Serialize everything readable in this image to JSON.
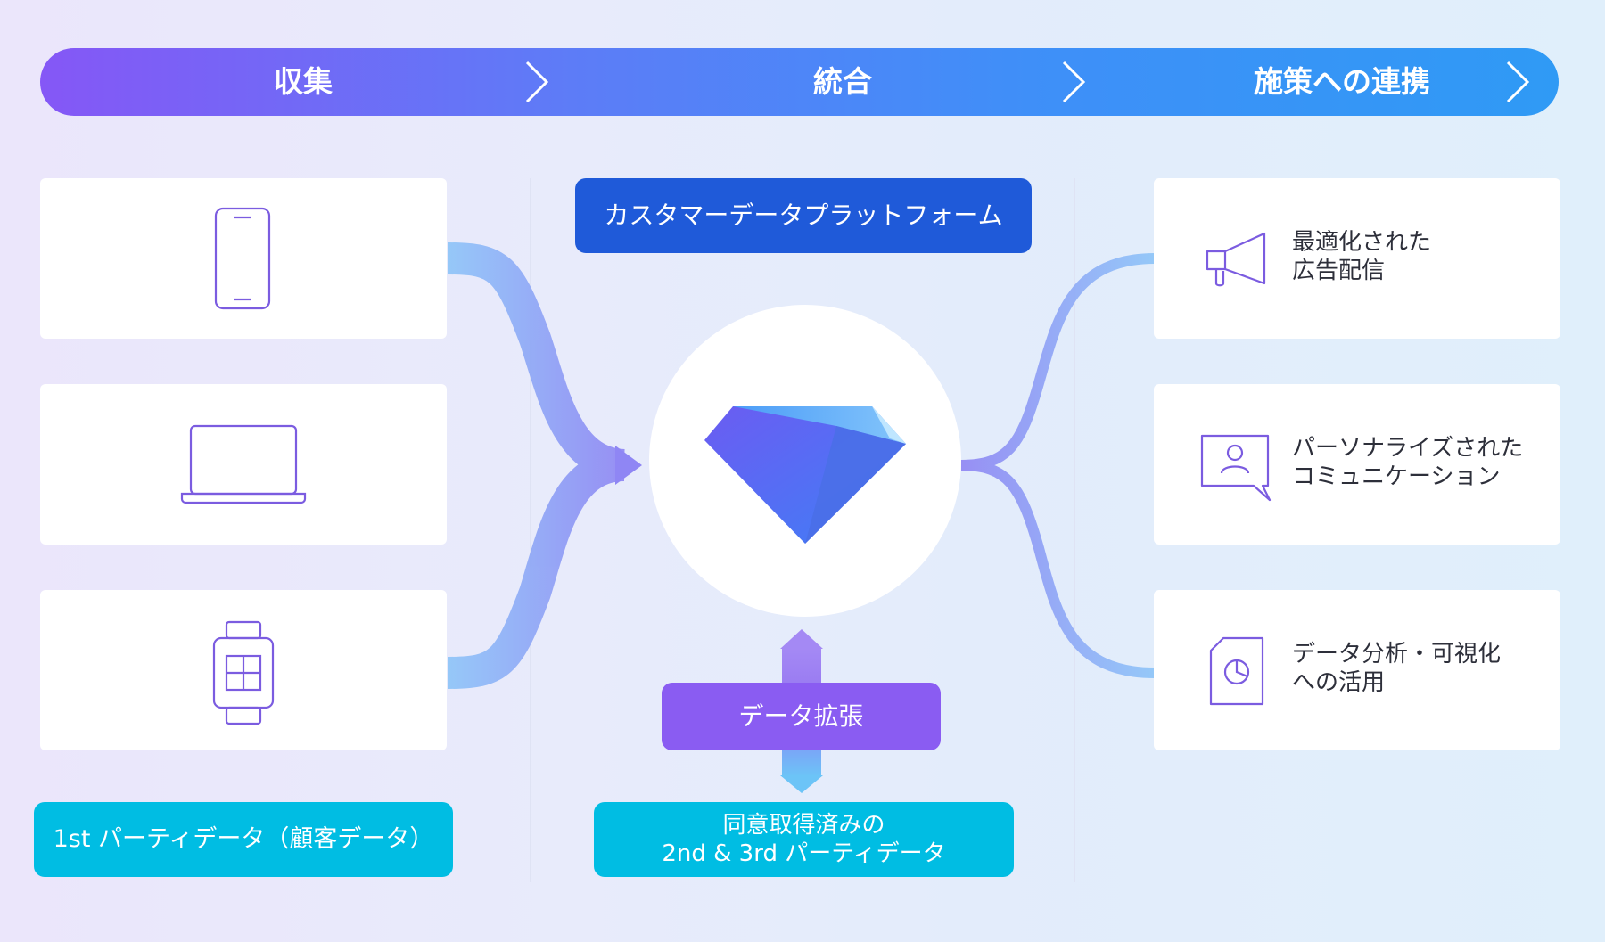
{
  "stages": {
    "collect": "収集",
    "integrate": "統合",
    "activate": "施策への連携"
  },
  "center": {
    "platform_label": "カスタマーデータプラットフォーム",
    "expansion_label": "データ拡張",
    "second_third_party_label": "同意取得済みの\n2nd & 3rd パーティデータ"
  },
  "sources": {
    "first_party_label": "1st パーティデータ（顧客データ）",
    "devices": [
      {
        "icon": "smartphone-icon"
      },
      {
        "icon": "laptop-icon"
      },
      {
        "icon": "smartwatch-icon"
      }
    ]
  },
  "outputs": [
    {
      "icon": "megaphone-icon",
      "label": "最適化された\n広告配信"
    },
    {
      "icon": "user-chat-icon",
      "label": "パーソナライズされた\nコミュニケーション"
    },
    {
      "icon": "pie-chart-document-icon",
      "label": "データ分析・可視化\nへの活用"
    }
  ],
  "colors": {
    "band_start": "#8557f6",
    "band_end": "#2f9af5",
    "platform_blue": "#1f5ad9",
    "expansion_purple": "#8a5cf2",
    "cyan": "#00bde3",
    "icon_purple": "#7b5ce0",
    "flow_blue": "#8cbcf8"
  }
}
